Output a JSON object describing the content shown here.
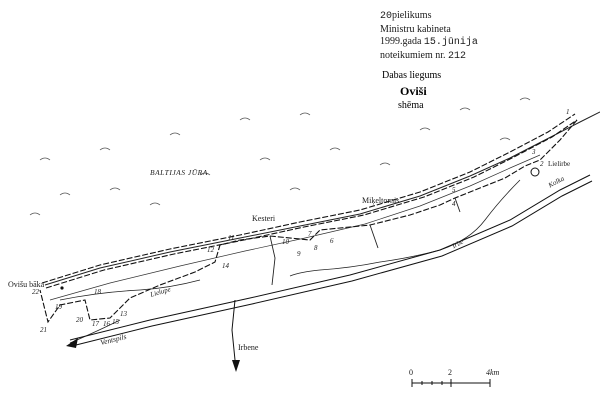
{
  "header": {
    "appendix_number": "20",
    "appendix_suffix": "pielikums",
    "line2": "Ministru kabineta",
    "date_prefix": "1999.gada",
    "date_value": "15.jūnija",
    "regulation_prefix": "noteikumiem nr.",
    "regulation_number": "212"
  },
  "title_block": {
    "reserve_type": "Dabas liegums",
    "reserve_name": "Oviši",
    "doc_type": "shēma"
  },
  "labels": {
    "sea": "BALTIJAS JŪRA",
    "kesteri": "Kesteri",
    "mikeltornis": "Miķeltornis",
    "lielirbe": "Lielirbe",
    "kolka": "Kolka",
    "irbe": "Irbe",
    "lielupe": "Lielupe",
    "ovisu_baka": "Ovišu bāka",
    "ventspils": "Ventspils",
    "irbene": "Irbene"
  },
  "boundary_points": [
    "1",
    "2",
    "3",
    "4",
    "5",
    "6",
    "7",
    "8",
    "9",
    "10",
    "11",
    "12",
    "13",
    "14",
    "15",
    "16",
    "17",
    "18",
    "19",
    "20",
    "21",
    "22"
  ],
  "scale_bar": {
    "ticks": [
      "0",
      "2",
      "4"
    ],
    "unit": "km"
  }
}
